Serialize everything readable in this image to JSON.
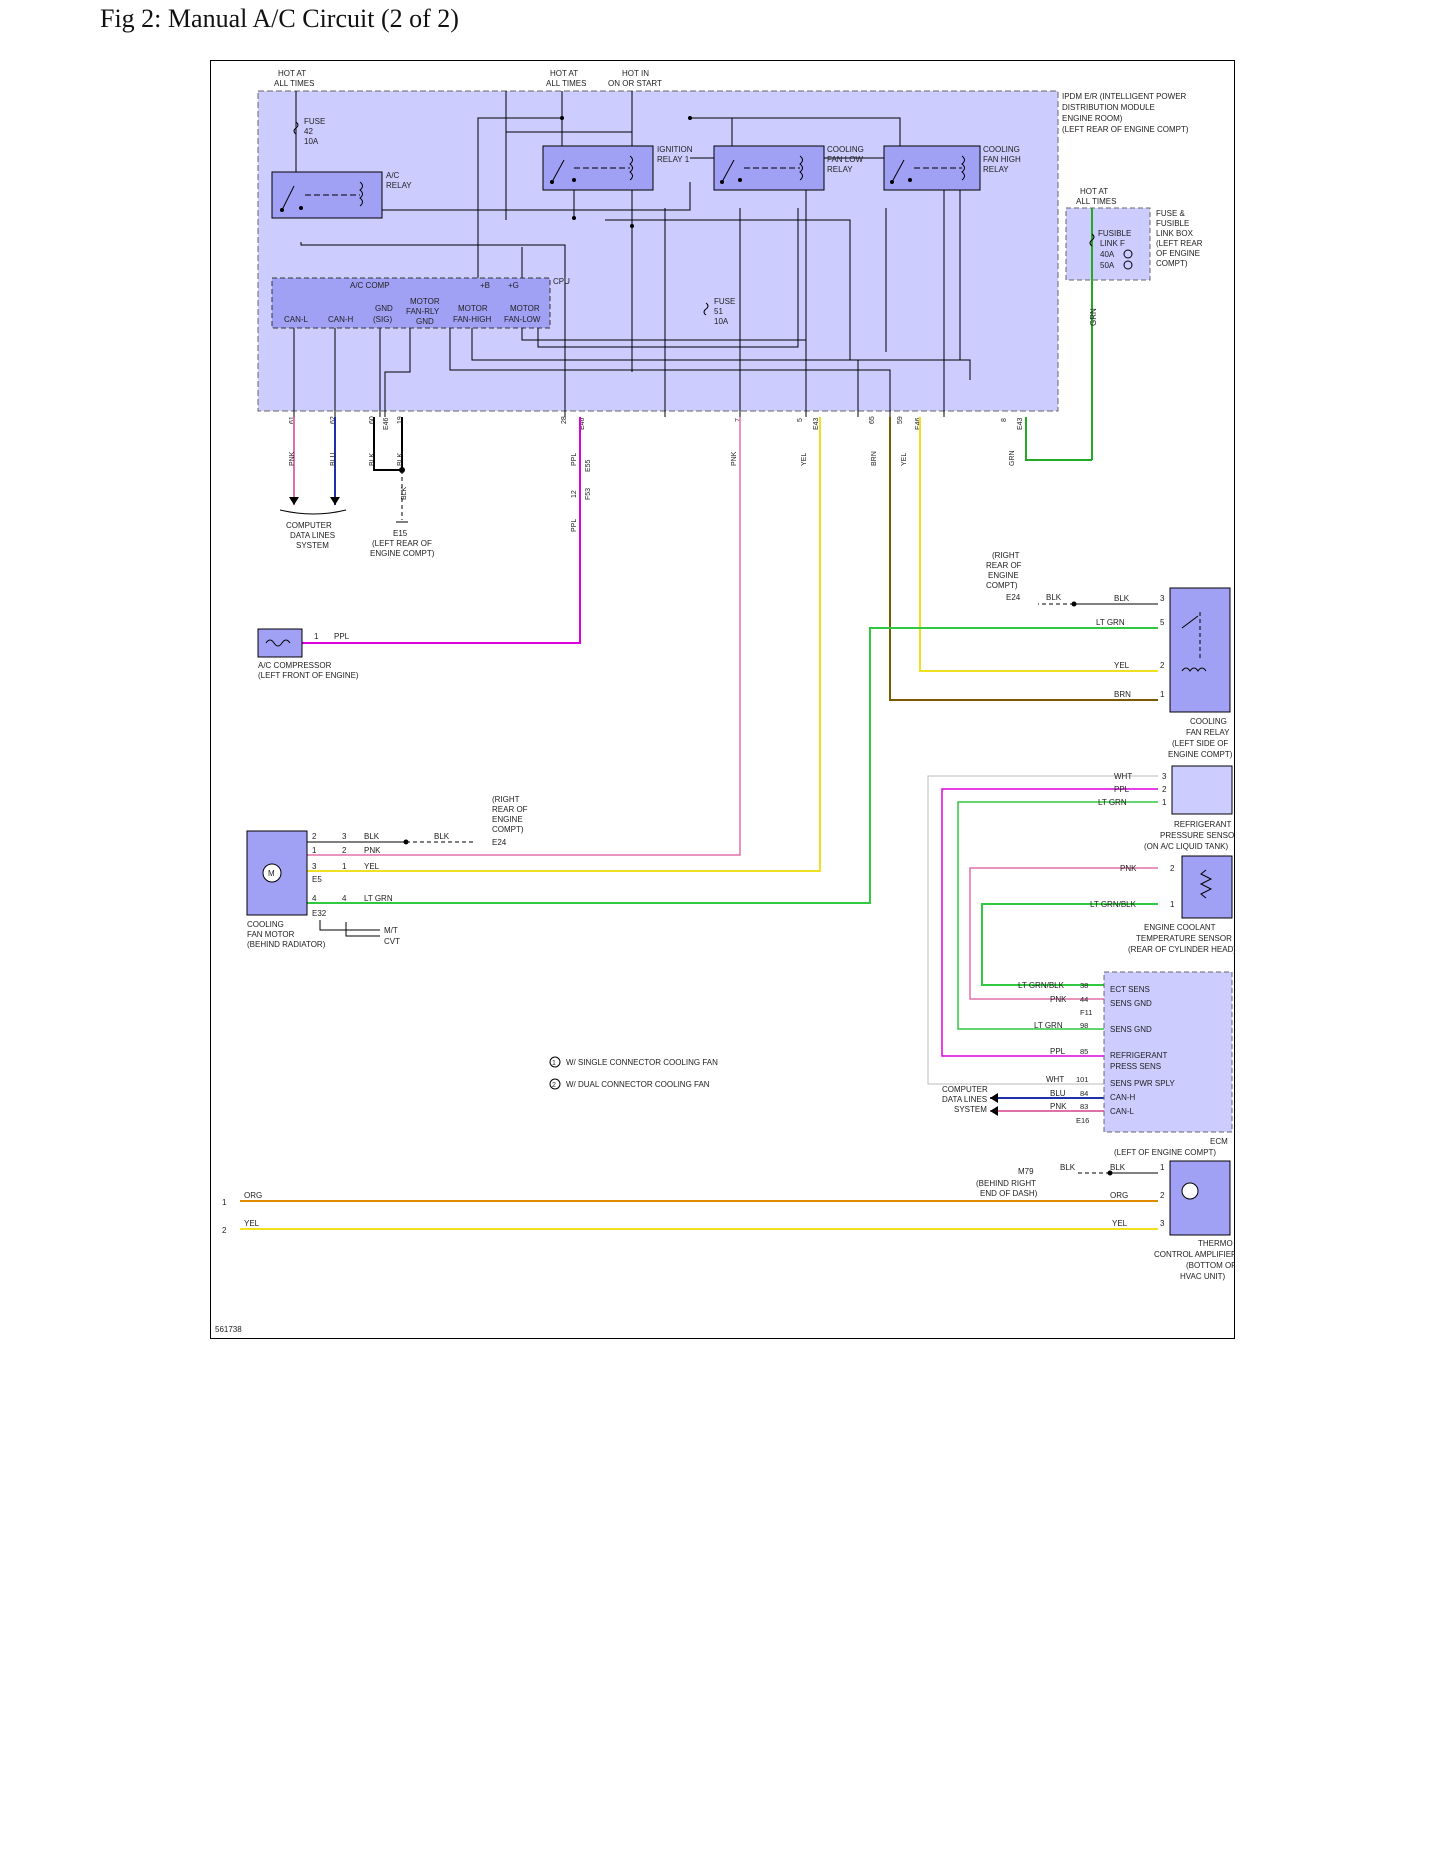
{
  "page_title": "Fig 2: Manual A/C Circuit (2 of 2)",
  "figure_id": "561738",
  "colors": {
    "box_fill": "#ccccff",
    "relay_fill": "#a0a0f4",
    "ppl": "#dd00dd",
    "pnk": "#e070a8",
    "yel": "#f0e020",
    "grn": "#22aa22",
    "ltgrn": "#30c840",
    "brn": "#7a5a00",
    "blu": "#2030aa",
    "blk": "#000000",
    "org": "#e08a00",
    "wht": "#bbbbbb"
  },
  "ipdm": {
    "label": [
      "IPDM E/R (INTELLIGENT POWER",
      "DISTRIBUTION MODULE",
      "ENGINE ROOM)",
      "(LEFT REAR OF ENGINE COMPT)"
    ],
    "hot1": [
      "HOT AT",
      "ALL TIMES"
    ],
    "hot2": [
      "HOT AT",
      "ALL TIMES"
    ],
    "hot3": [
      "HOT IN",
      "ON OR START"
    ],
    "fuse42": [
      "FUSE",
      "42",
      "10A"
    ],
    "fuse51": [
      "FUSE",
      "51",
      "10A"
    ],
    "ac_relay": [
      "A/C",
      "RELAY"
    ],
    "ign_relay": [
      "IGNITION",
      "RELAY 1"
    ],
    "fan_low_relay": [
      "COOLING",
      "FAN LOW",
      "RELAY"
    ],
    "fan_high_relay": [
      "COOLING",
      "FAN HIGH",
      "RELAY"
    ],
    "cpu": "CPU",
    "ac_comp": "A/C COMP",
    "b": "+B",
    "g": "+G",
    "can_l": "CAN-L",
    "can_h": "CAN-H",
    "gnd_sig": [
      "GND",
      "(SIG)"
    ],
    "motor_rly": [
      "MOTOR",
      "FAN-RLY",
      "GND"
    ],
    "motor_high": [
      "MOTOR",
      "FAN-HIGH"
    ],
    "motor_low": [
      "MOTOR",
      "FAN-LOW"
    ],
    "pins": [
      "61",
      "62",
      "60",
      "19",
      "28",
      "7",
      "5",
      "65",
      "59",
      "8"
    ],
    "conns": [
      "E46",
      "E46",
      "E43",
      "E46",
      "E43"
    ]
  },
  "fusible": {
    "hot": [
      "HOT AT",
      "ALL TIMES"
    ],
    "link": [
      "FUSIBLE",
      "LINK F",
      "40A",
      "50A"
    ],
    "box": [
      "FUSE &",
      "FUSIBLE",
      "LINK BOX",
      "(LEFT REAR",
      "OF ENGINE",
      "COMPT)"
    ]
  },
  "wires": {
    "pnk": "PNK",
    "blu": "BLU",
    "blk": "BLK",
    "ppl": "PPL",
    "yel": "YEL",
    "brn": "BRN",
    "grn": "GRN",
    "ltgrn": "LT GRN",
    "wht": "WHT",
    "ltgrnblk": "LT GRN/BLK",
    "org": "ORG"
  },
  "cdl1": [
    "COMPUTER",
    "DATA LINES",
    "SYSTEM"
  ],
  "e15": [
    "E15",
    "(LEFT REAR OF",
    "ENGINE COMPT)"
  ],
  "e55": [
    "12",
    "E55",
    "F53"
  ],
  "compressor": {
    "pin": "1",
    "label": [
      "A/C COMPRESSOR",
      "(LEFT FRONT OF ENGINE)"
    ]
  },
  "fan_motor": {
    "label": [
      "COOLING",
      "FAN MOTOR",
      "(BEHIND RADIATOR)"
    ],
    "pins_a": [
      "2",
      "1",
      "3",
      "4"
    ],
    "pins_b": [
      "3",
      "2",
      "1",
      "4"
    ],
    "e5": "E5",
    "e32": "E32",
    "mt": "M/T",
    "cvt": "CVT",
    "m": "M"
  },
  "e24_top": {
    "loc": [
      "(RIGHT",
      "REAR OF",
      "ENGINE",
      "COMPT)"
    ],
    "id": "E24"
  },
  "e24_mid": {
    "loc": [
      "(RIGHT",
      "REAR OF",
      "ENGINE",
      "COMPT)"
    ],
    "id": "E24"
  },
  "fan_relay": {
    "label": [
      "COOLING",
      "FAN RELAY",
      "(LEFT SIDE OF",
      "ENGINE COMPT)"
    ],
    "pins": [
      "3",
      "5",
      "2",
      "1"
    ]
  },
  "pressure_sensor": {
    "label": [
      "REFRIGERANT",
      "PRESSURE SENSOR",
      "(ON A/C LIQUID TANK)"
    ],
    "pins": [
      "3",
      "2",
      "1"
    ]
  },
  "ect_sensor": {
    "label": [
      "ENGINE COOLANT",
      "TEMPERATURE SENSOR",
      "(REAR OF CYLINDER HEAD)"
    ],
    "pins": [
      "2",
      "1"
    ]
  },
  "ecm": {
    "label": [
      "ECM",
      "(LEFT OF ENGINE COMPT)"
    ],
    "pins": [
      "38",
      "44",
      "98",
      "85",
      "101",
      "84",
      "83"
    ],
    "f11": "F11",
    "e16": "E16",
    "ect_sens": "ECT SENS",
    "sens_gnd1": "SENS GND",
    "sens_gnd2": "SENS GND",
    "refrig": [
      "REFRIGERANT",
      "PRESS SENS"
    ],
    "pwr": "SENS PWR SPLY",
    "can_h": "CAN-H",
    "can_l": "CAN-L"
  },
  "cdl2": [
    "COMPUTER",
    "DATA LINES",
    "SYSTEM"
  ],
  "legend": {
    "one": "W/ SINGLE CONNECTOR COOLING FAN",
    "two": "W/ DUAL CONNECTOR COOLING FAN",
    "n1": "1",
    "n2": "2"
  },
  "thermo": {
    "m79": "M79",
    "loc": [
      "(BEHIND RIGHT",
      "END OF DASH)"
    ],
    "label": [
      "THERMO",
      "CONTROL AMPLIFIER",
      "(BOTTOM OF",
      "HVAC UNIT)"
    ],
    "pins": [
      "1",
      "2",
      "3"
    ],
    "left": [
      "1",
      "2"
    ]
  }
}
